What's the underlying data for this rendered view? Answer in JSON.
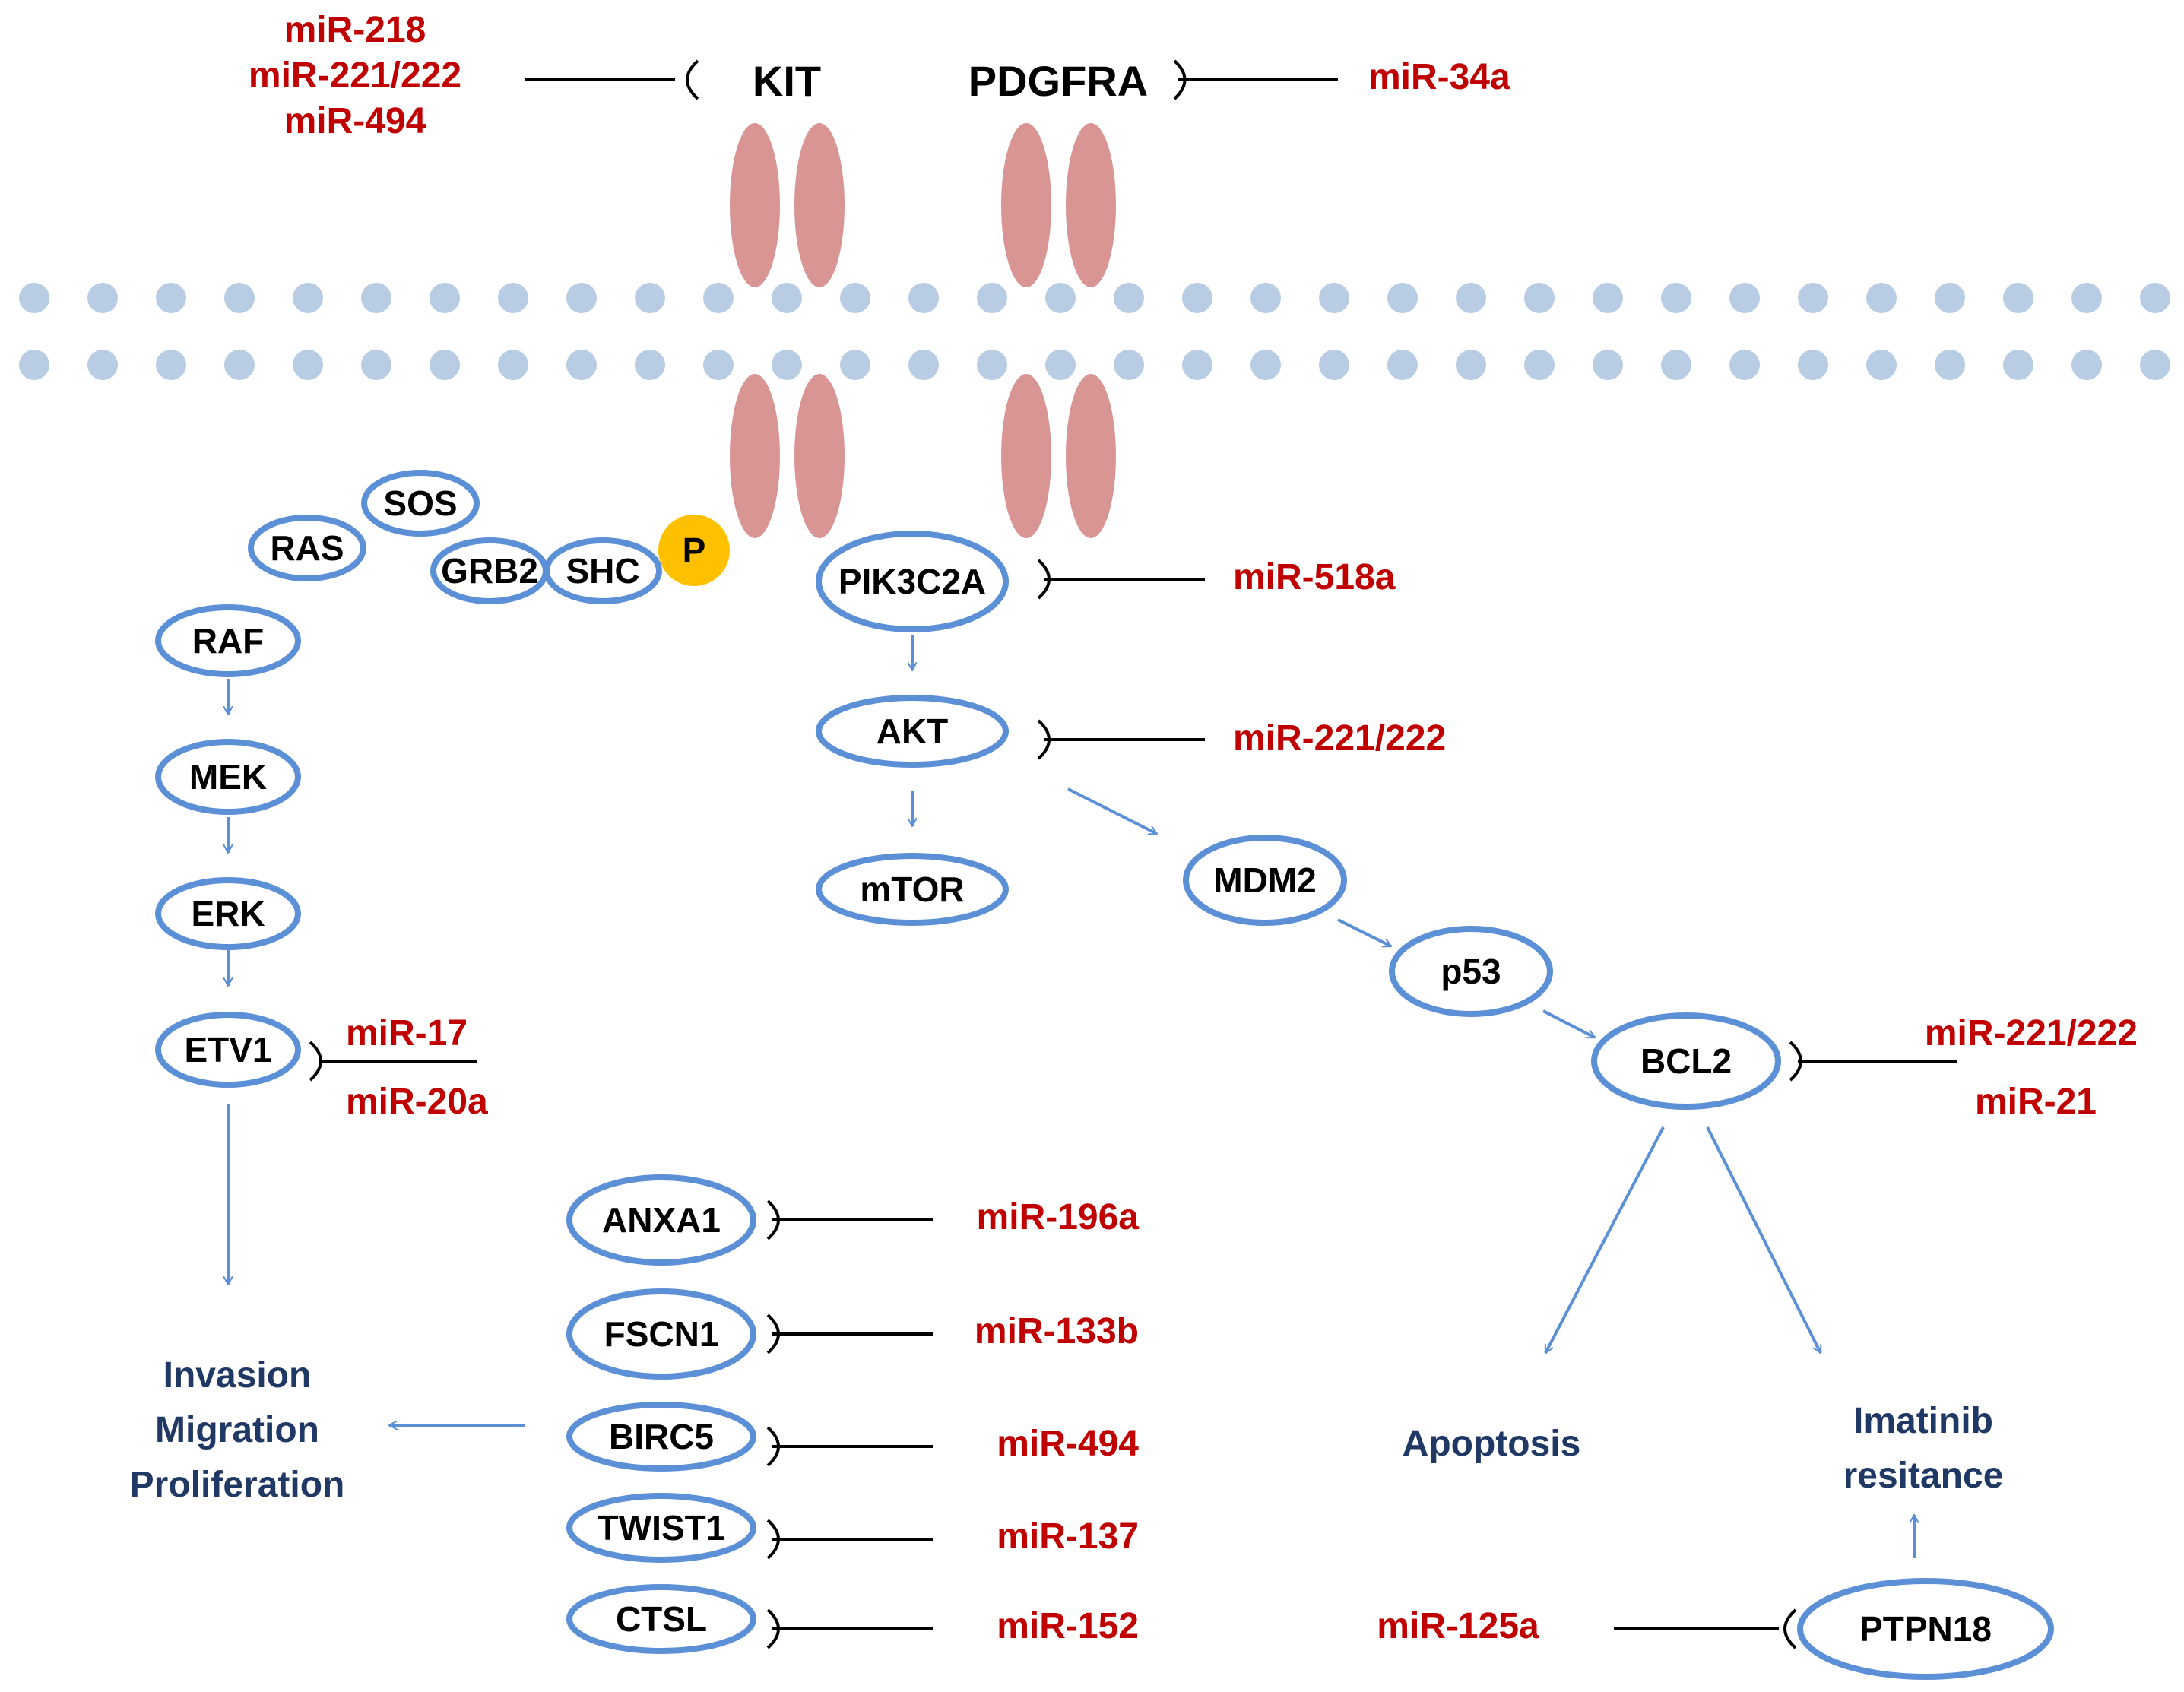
{
  "receptors": {
    "kit": "KIT",
    "pdgfra": "PDGFRA"
  },
  "nodes": {
    "sos": "SOS",
    "ras": "RAS",
    "grb2": "GRB2",
    "shc": "SHC",
    "p": "P",
    "raf": "RAF",
    "mek": "MEK",
    "erk": "ERK",
    "etv1": "ETV1",
    "pik3c2a": "PIK3C2A",
    "akt": "AKT",
    "mtor": "mTOR",
    "mdm2": "MDM2",
    "p53": "p53",
    "bcl2": "BCL2",
    "anxa1": "ANXA1",
    "fscn1": "FSCN1",
    "birc5": "BIRC5",
    "twist1": "TWIST1",
    "ctsl": "CTSL",
    "ptpn18": "PTPN18"
  },
  "mirnas": {
    "kit_1": "miR-218",
    "kit_2": "miR-221/222",
    "kit_3": "miR-494",
    "pdgfra": "miR-34a",
    "pik3c2a": "miR-518a",
    "akt": "miR-221/222",
    "etv1_1": "miR-17",
    "etv1_2": "miR-20a",
    "bcl2_1": "miR-221/222",
    "bcl2_2": "miR-21",
    "anxa1": "miR-196a",
    "fscn1": "miR-133b",
    "birc5": "miR-494",
    "twist1": "miR-137",
    "ctsl": "miR-152",
    "ptpn18": "miR-125a"
  },
  "outcomes": {
    "invasion": "Invasion",
    "migration": "Migration",
    "proliferation": "Proliferation",
    "apoptosis": "Apoptosis",
    "imatinib_1": "Imatinib",
    "imatinib_2": "resitance"
  },
  "colors": {
    "mirna": "#c00000",
    "outcome": "#1f3864",
    "node_stroke": "#5b8fd6",
    "receptor": "#d99594",
    "membrane": "#b8cce4",
    "phosphate": "#ffc000"
  }
}
